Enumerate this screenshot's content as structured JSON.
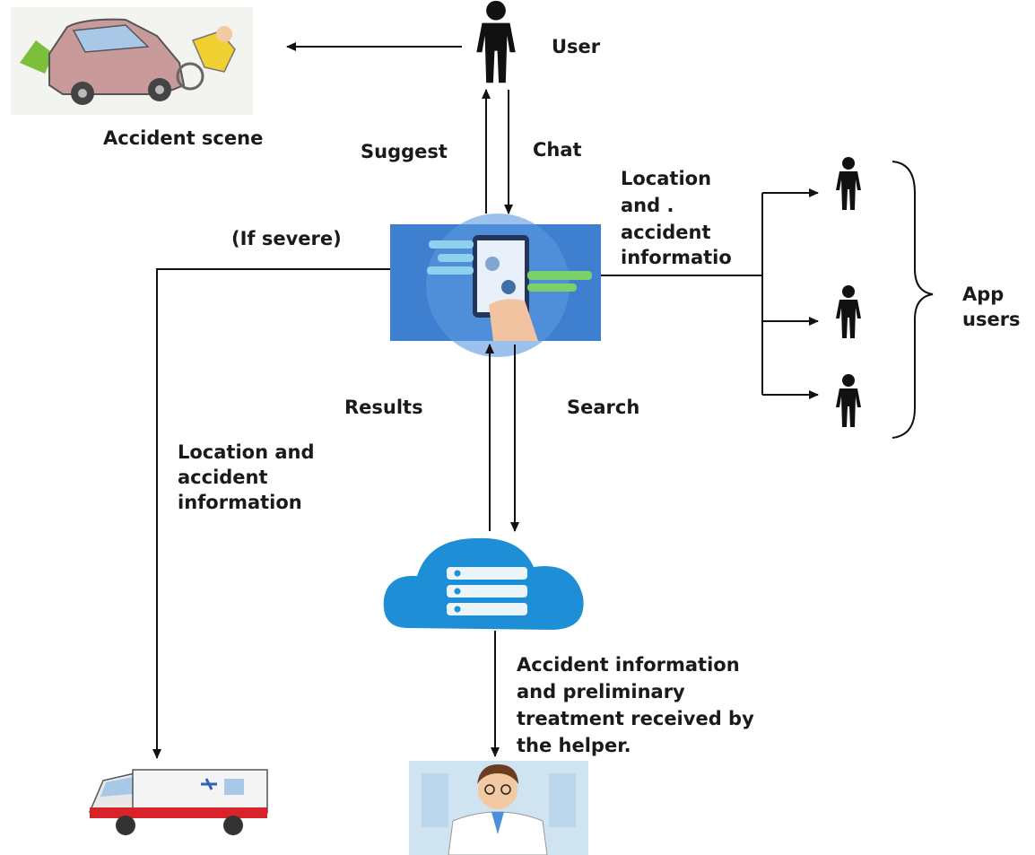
{
  "labels": {
    "user": "User",
    "accident_scene": "Accident scene",
    "suggest": "Suggest",
    "chat": "Chat",
    "location_right_1": "Location",
    "location_right_2": "and .",
    "location_right_3": "accident",
    "location_right_4": "informatio",
    "if_severe": "(If severe)",
    "app_users_1": "App",
    "app_users_2": "users",
    "results": "Results",
    "search": "Search",
    "location_left_1": "Location and",
    "location_left_2": "accident",
    "location_left_3": "information",
    "helper_1": "Accident information",
    "helper_2": "and preliminary",
    "helper_3": "treatment received by",
    "helper_4": "the helper."
  },
  "icons": {
    "user": "person-icon",
    "app_user": "person-icon",
    "scene": "car-crash-icon",
    "phone": "phone-chat-icon",
    "server": "cloud-server-icon",
    "ambulance": "ambulance-icon",
    "doctor": "doctor-icon"
  },
  "colors": {
    "line": "#111111",
    "phone_bg": "#3f7fd0",
    "cloud": "#1e8fd6",
    "ambulance_red": "#d8232a"
  }
}
